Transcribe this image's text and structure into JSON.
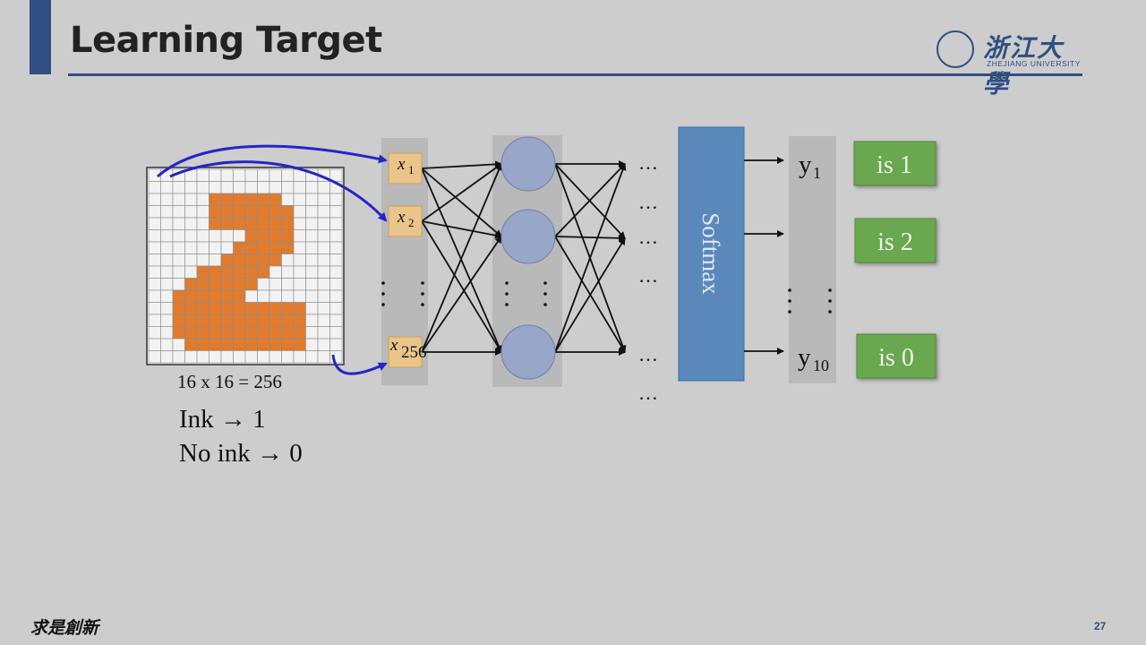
{
  "title": "Learning Target",
  "logo": {
    "chinese": "浙江大學",
    "english": "ZHEJIANG UNIVERSITY"
  },
  "motto": "求是創新",
  "page_number": "27",
  "grid_caption": "16 x 16 = 256",
  "encoding": {
    "ink": "Ink → 1",
    "no_ink": "No ink → 0"
  },
  "inputs": [
    {
      "symbol": "x",
      "subscript": "1"
    },
    {
      "symbol": "x",
      "subscript": "2"
    },
    {
      "symbol": "x",
      "subscript": "256"
    }
  ],
  "ellipsis": "…",
  "softmax_label": "Softmax",
  "outputs": [
    {
      "symbol": "y",
      "subscript": "1"
    },
    {
      "symbol": "y",
      "subscript": "10"
    }
  ],
  "targets": [
    "is 1",
    "is 2",
    "is 0"
  ],
  "digit_bitmap": [
    "0000000000000000",
    "0000000000000000",
    "0000011111100000",
    "0000011111110000",
    "0000011111110000",
    "0000000011110000",
    "0000000111110000",
    "0000001111100000",
    "0000111111000000",
    "0001111110000000",
    "0011111100000000",
    "0011111111111000",
    "0011111111111000",
    "0011111111111000",
    "0001111111111000",
    "0000000000000000"
  ],
  "colors": {
    "ink": "#e07b2e",
    "paper": "#f2f2f2",
    "accent": "#2f4f82",
    "input_box": "#e9c58a",
    "neuron": "#97a6c9",
    "softmax": "#5b88bb",
    "target": "#6aa84f",
    "curve": "#2525c8"
  }
}
